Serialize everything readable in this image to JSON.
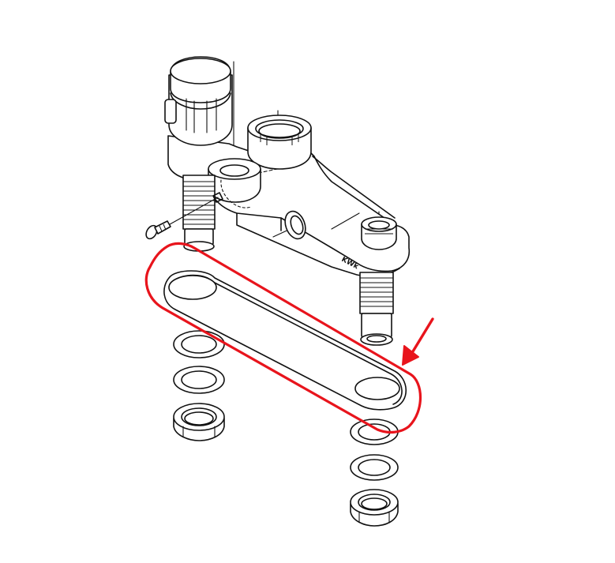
{
  "diagram": {
    "brand_mark": "KWk",
    "colors": {
      "line": "#111111",
      "background": "#ffffff",
      "highlight": "#e8141c"
    },
    "highlight": {
      "shape": "rounded-rectangle",
      "target": "base-gasket",
      "pointer": "arrow"
    }
  }
}
